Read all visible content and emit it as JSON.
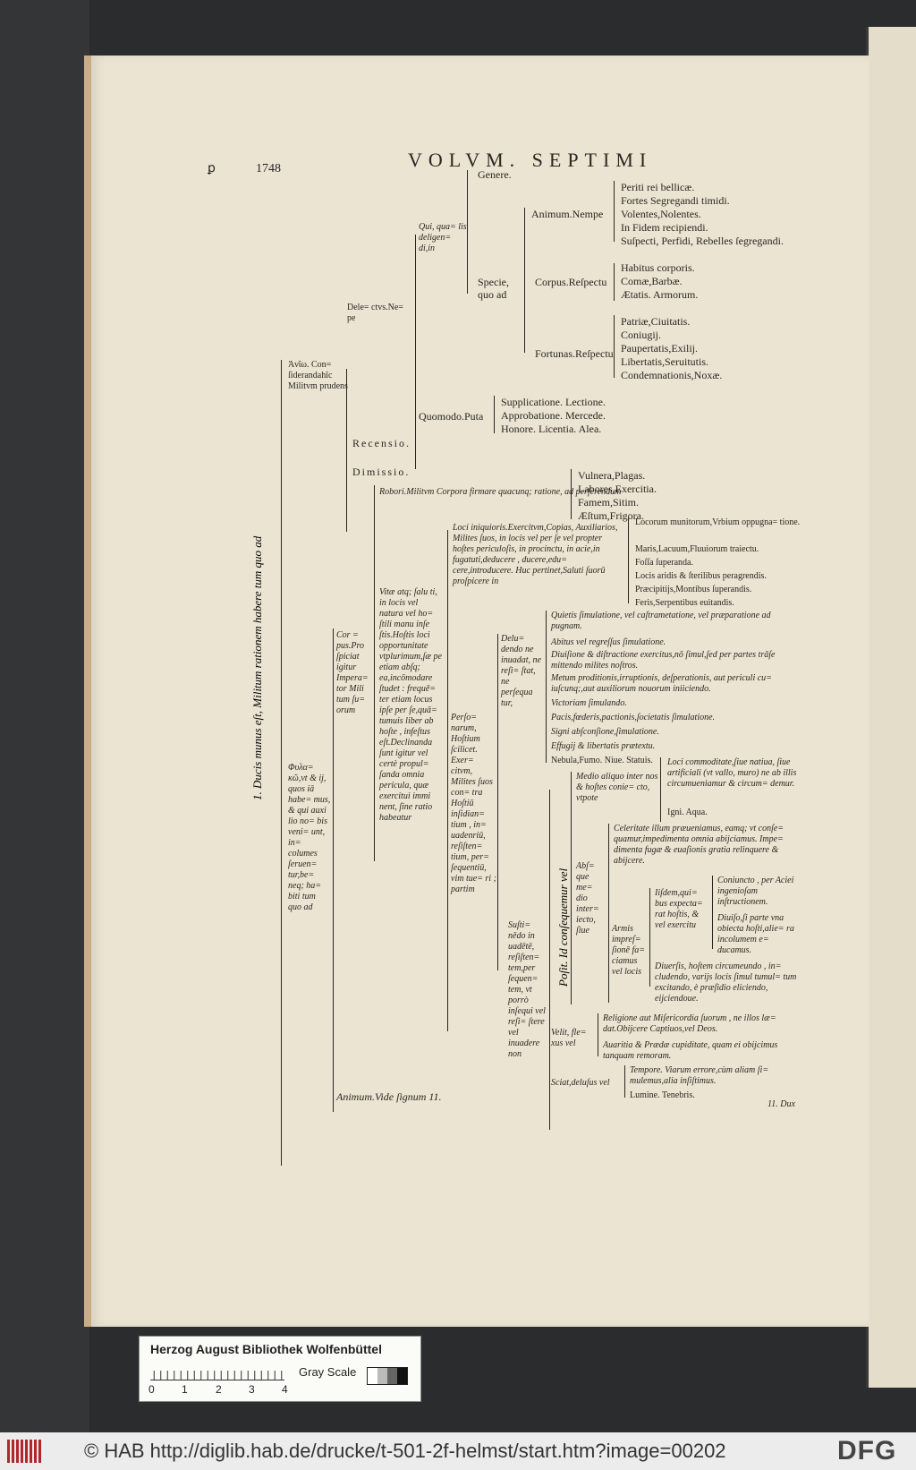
{
  "page": {
    "page_number": "1748",
    "marginal_mark": "ꝑ",
    "running_head": "VOLVM. SEPTIMI",
    "catchword": "11. Dux"
  },
  "tree": {
    "genere": "Genere.",
    "animum_nempe": "Animum.Nempe",
    "periti": "Periti rei bellicæ.",
    "fortes": "Fortes Segregandi timidi.",
    "volentes": "Volentes,Nolentes.",
    "in_fidem": "In Fidem recipiendi.",
    "suspecti": "Suſpecti, Perfidi, Rebelles ſegregandi.",
    "qui_qualis": "Qui, qua= lis deligen= di,in",
    "specie": "Specie, quo ad",
    "corpus_respectu": "Corpus.Reſpectu",
    "habitus": "Habitus corporis.",
    "comae": "Comæ,Barbæ.",
    "aetatis": "Ætatis. Armorum.",
    "delectus": "Dele= ctvs.Ne= pe",
    "fortunas": "Fortunas.Reſpectu",
    "patriae": "Patriæ,Ciuitatis.",
    "coniugij": "Coniugij.",
    "paupertatis": "Paupertatis,Exilij.",
    "libertatis": "Libertatis,Seruitutis.",
    "condemnationis": "Condemnationis,Noxæ.",
    "anoikon": "Ἀνῖω. Con= ſiderandahîc Militvm prudens",
    "quomodo": "Quomodo.Puta",
    "supplicatione": "Supplicatione. Lectione.",
    "approbatione": "Approbatione. Mercede.",
    "honore": "Honore. Licentia. Alea.",
    "recensio": "Recensio.",
    "dimissio": "Dimissio.",
    "side_title": "1. Ducis munus eſt, Militum rationem habere tum quo ad",
    "robori": "Robori.Militvm Corpora firmare quacunq; ratione, ad perferendum",
    "vulnera": "Vulnera,Plagas.",
    "labores": "Labores,Exercitia.",
    "famem": "Famem,Sitim.",
    "aestum": "Æſtum,Frigora.",
    "loci_iniquioris": "Loci iniquioris.Exercitvm,Copias, Auxiliarios, Milites ſuos, in locis vel per ſe vel propter hoſtes periculoſis, in procinctu, in acie,in fugatuti,deducere , ducere,edu= cere,introducere. Huc pertinet,Saluti ſuorū proſpicere in",
    "locorum": "Locorum munitorum,Vrbium oppugna= tione.",
    "maris": "Maris,Lacuum,Fluuiorum traiectu.",
    "fossa": "Foſſa ſuperanda.",
    "locis_aridis": "Locis aridis & ſterilibus peragrendis.",
    "praecipitijs": "Præcipitijs,Montibus ſuperandis.",
    "feris": "Feris,Serpentibus euitandis.",
    "vitae": "Vitæ atq; ſalu ti, in locis vel natura vel ho= ſtili manu inſe ſtis.Hoſtis loci opportunitate vtplurimum,ſæ pe etiam abſq; ea,incōmodare ſtudet : frequē= ter etiam locus ipſe per ſe,quā= tumuis liber ab hoſte , infeſtus eſt.Declinanda ſunt igitur vel certè propul= ſanda omnia pericula, quæ exercitui immi nent, ſine ratio habeatur",
    "corpus_pro": "Cor = pus.Pro ſpiciat igitur Impera= tor Mili tum ſu= orum",
    "deludendo": "Delu= dendo ne inuadat, ne reſi= ſtat, ne perſequa tur,",
    "quietis": "Quietis ſimulatione, vel caſtrametatione, vel præparatione ad pugnam.",
    "abitus": "Abitus vel regreſſus ſimulatione.",
    "diuisione": "Diuiſione & diſtractione exercitus,nō ſimul,ſed per partes trāſe mittendo milites noſtros.",
    "metum": "Metum proditionis,irruptionis, deſperationis, aut periculi cu= iuſcunq;,aut auxiliorum nouorum iniiciendo.",
    "victoriam": "Victoriam ſimulando.",
    "pacis": "Pacis,fœderis,pactionis,ſocietatis ſimulatione.",
    "signi": "Signi abſconſione,ſimulatione.",
    "effugij": "Effugij & libertatis prætextu.",
    "nebula": "Nebula,Fumo. Niue. Statuis.",
    "personarum": "Perſo= narum, Hoſtium ſcilicet. Exer= citvm, Milites ſuos con= tra Hoſtiū inſidian= tium , in= uadenriū, reſiſten= tium, per= ſequentiū, vim tue= ri ; partim",
    "phylake": "Φυλα= κῶ,vt & ij, quos iā habe= mus, & qui auxi lio no= bis veni= unt, in= columes ſeruen= tur,be= neq; ha= biti tum quo ad",
    "loci_commoditate": "Loci commoditate,ſiue natiua, ſiue artificiali (vt vallo, muro) ne ab illis circumueniamur & circum= demur.",
    "medio": "Medio aliquo inter nos & hoſtes conie= cto, vtpote",
    "igni": "Igni. Aqua.",
    "posit": "Poſit. Id conſequemur vel",
    "celeritate": "Celeritate illum præueniamus, eamq; vt conſe= quamur,impedimenta omnia abijciamus. Impe= dimenta fugæ & euaſionis gratia relinquere & abijcere.",
    "absque": "Abſ= que me= dio inter= iecto, ſiue",
    "coniuncto": "Coniuncto , per Aciei ingenioſam inſtructionem.",
    "ijsdem": "Iiſdem,qui= bus expecta= rat hoſtis, & vel exercitu",
    "diuiso": "Diuiſo,ſi parte vna obiecta hoſti,alie= ra incolumem e= ducamus.",
    "armis": "Armis impreſ= ſionē fa= ciamus vel locis",
    "diuersis": "Diuerſis, hoſtem circumeundo , in= cludendo, varijs locis ſimul tumul= tum excitando, è præſidio eliciendo, eijciendoue.",
    "sustinendo": "Suſti= nēdo in uadētē, reſiſten= tem,per ſequen= tem, vt porrò inſequi vel reſi= ſtere vel inuadere non",
    "velit": "Velit, fle= xus vel",
    "religione": "Religione aut Miſericordia ſuorum , ne illos læ= dat.Obijcere Captiuos,vel Deos.",
    "auaritia": "Auaritia & Prædæ cupiditate, quam ei obijcimus tanquam remoram.",
    "sciat": "Sciat,deluſus vel",
    "tempore": "Tempore. Viarum errore,cùm aliam ſi= mulemus,alia inſiſtimus.",
    "lumine": "Lumine. Tenebris.",
    "animum_vide": "Animum.Vide ſignum 11."
  },
  "label_card": {
    "library": "Herzog August Bibliothek Wolfenbüttel",
    "grayscale": "Gray Scale",
    "ruler_numbers": [
      "0",
      "1",
      "2",
      "3",
      "4"
    ]
  },
  "footer": {
    "text": "© HAB http://diglib.hab.de/drucke/t-501-2f-helmst/start.htm?image=00202",
    "logo": "DFG"
  }
}
